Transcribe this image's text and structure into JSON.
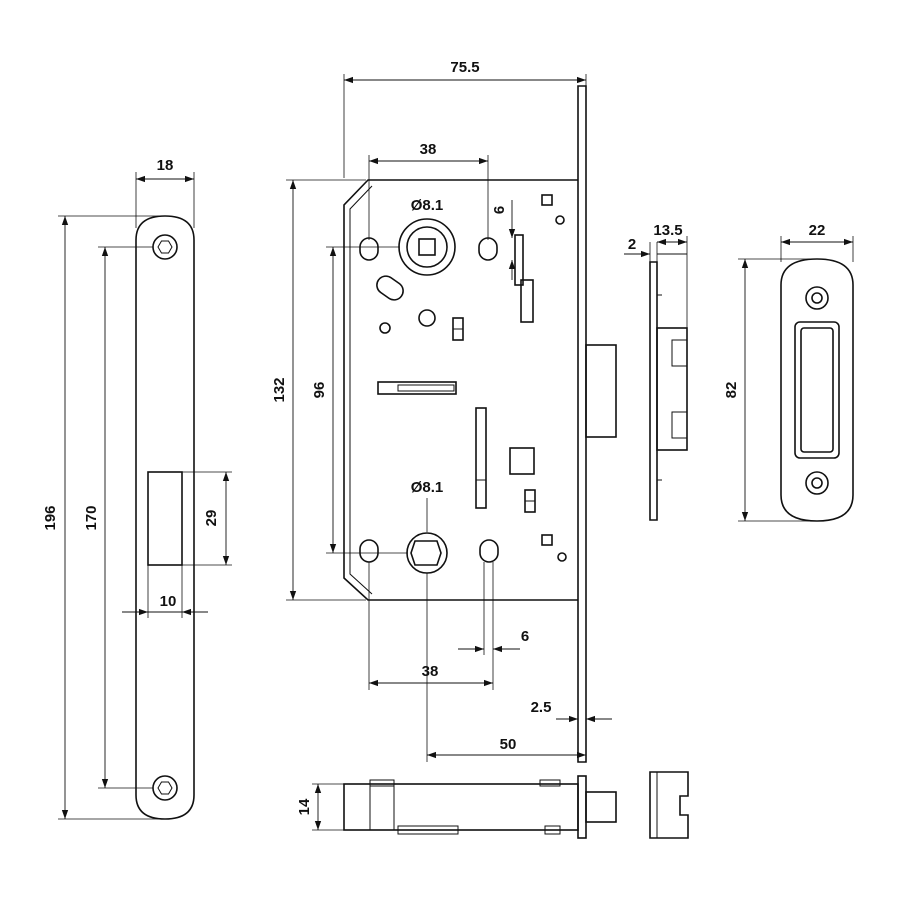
{
  "faceplate_dims": {
    "width": "18",
    "height": "196",
    "hole_spacing": "170",
    "opening_height": "29",
    "opening_width": "10"
  },
  "lock_body_dims": {
    "overall_width": "75.5",
    "height": "132",
    "handle_lock_spacing": "96",
    "top_slot_spacing": "38",
    "top_bore": "Ø8.1",
    "top_slot_width": "6",
    "bottom_bore": "Ø8.1",
    "bottom_slot_width": "6",
    "bottom_slot_spacing": "38",
    "backset": "50",
    "faceplate_thickness": "2.5"
  },
  "side_view_dims": {
    "faceplate_thickness": "2",
    "depth": "13.5"
  },
  "bottom_view_dims": {
    "body_thickness": "14"
  },
  "strike_plate_dims": {
    "width": "22",
    "height": "82"
  },
  "colors": {
    "line": "#111111",
    "background": "#ffffff"
  }
}
